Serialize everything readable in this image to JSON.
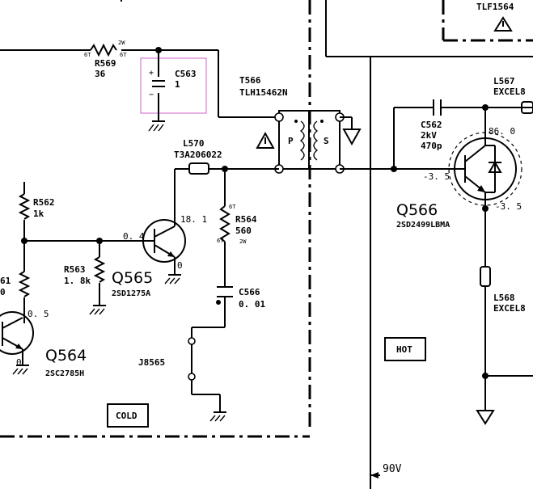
{
  "colors": {
    "ink": "#000000",
    "highlight": "#d060c8",
    "background": "#ffffff"
  },
  "labels": {
    "tlf_ref": "TLF1564",
    "r569_ref": "R569",
    "r569_val": "36",
    "r569_pin1": "6T",
    "r569_pin2": "2W",
    "r569_pin3": "6T",
    "c563_ref": "C563",
    "c563_val": "1",
    "c563_plus": "+",
    "c563_minus": "−",
    "t566_ref": "T566",
    "t566_part": "TLH15462N",
    "t566_p": "P",
    "t566_s": "S",
    "l570_ref": "L570",
    "l570_part": "T3A206022",
    "l567_ref": "L567",
    "l567_part": "EXCEL8",
    "c562_ref": "C562",
    "c562_v": "2kV",
    "c562_val": "470p",
    "v86": "86. 0",
    "vneg35a": "-3. 5",
    "vneg35b": "-3. 5",
    "q566_ref": "Q566",
    "q566_part": "2SD2499LBMA",
    "r562_ref": "R562",
    "r562_val": "1k",
    "r564_ref": "R564",
    "r564_val": "560",
    "r564_w": "2W",
    "r564_t1": "6T",
    "r564_t2": "6T",
    "v181": "18. 1",
    "v04": "0. 4",
    "v0a": "0",
    "r563_ref": "R563",
    "r563_val": "1. 8k",
    "q565_ref": "Q565",
    "q565_part": "2SD1275A",
    "c566_ref": "C566",
    "c566_val": "0. 01",
    "r561_ref": "61",
    "r561_val": "0",
    "v05": "0. 5",
    "v0b": "0",
    "q564_ref": "Q564",
    "q564_part": "2SC2785H",
    "j8565_ref": "J8565",
    "l568_ref": "L568",
    "l568_part": "EXCEL8",
    "cold": "COLD",
    "hot": "HOT",
    "v90": "90V"
  }
}
